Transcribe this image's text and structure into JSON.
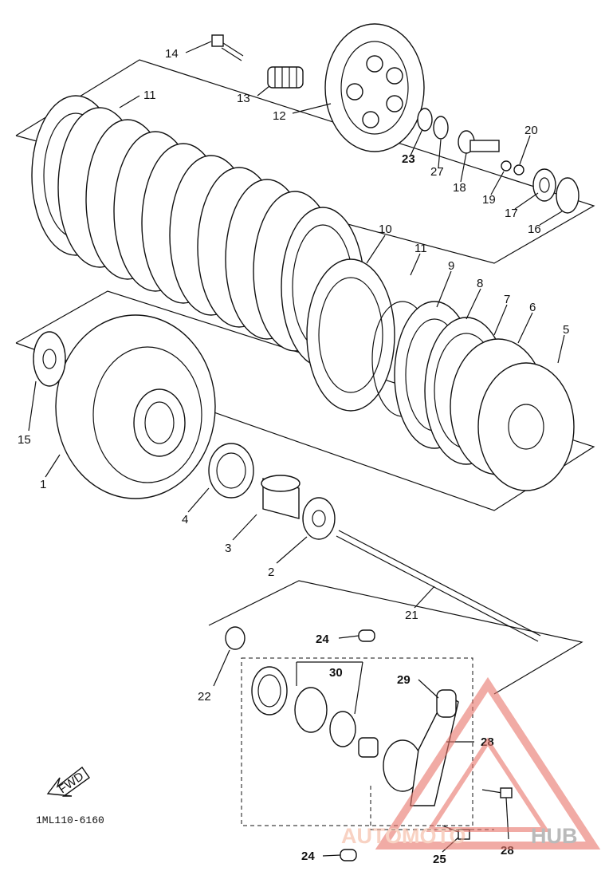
{
  "diagram": {
    "part_code": "1ML110-6160",
    "fwd_label": "FWD",
    "callouts": {
      "c1": "1",
      "c2": "2",
      "c3": "3",
      "c4": "4",
      "c5": "5",
      "c6": "6",
      "c7": "7",
      "c8": "8",
      "c9": "9",
      "c10": "10",
      "c11a": "11",
      "c11b": "11",
      "c12": "12",
      "c13": "13",
      "c14": "14",
      "c15": "15",
      "c16": "16",
      "c17": "17",
      "c18": "18",
      "c19": "19",
      "c20": "20",
      "c21": "21",
      "c22": "22",
      "c23": "23",
      "c24a": "24",
      "c24b": "24",
      "c25": "25",
      "c27": "27",
      "c28a": "28",
      "c28b": "28",
      "c29": "29",
      "c30": "30"
    }
  },
  "watermark": {
    "text_a": "AUTOMOTO",
    "text_b": "HUB",
    "color_primary": "#e8756a",
    "color_secondary": "#8d8d8d"
  }
}
